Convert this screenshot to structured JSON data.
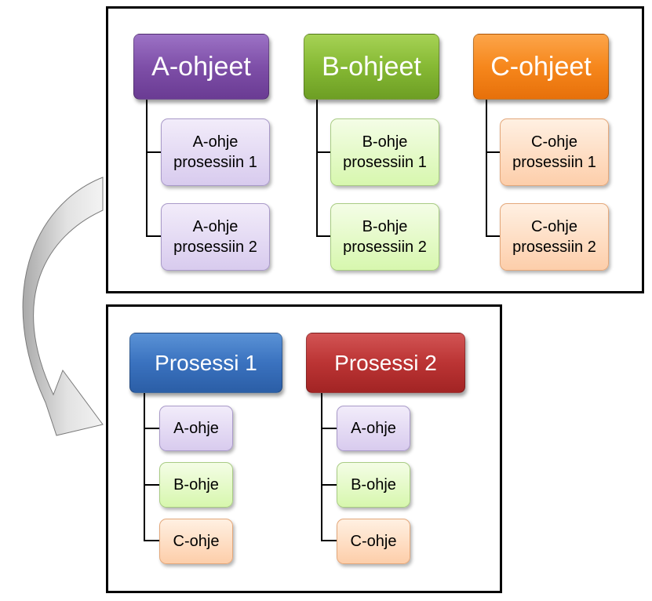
{
  "top": {
    "groups": [
      {
        "title": "A-ohjeet",
        "items": [
          [
            "A-ohje",
            "prosessiin 1"
          ],
          [
            "A-ohje",
            "prosessiin 2"
          ]
        ]
      },
      {
        "title": "B-ohjeet",
        "items": [
          [
            "B-ohje",
            "prosessiin 1"
          ],
          [
            "B-ohje",
            "prosessiin 2"
          ]
        ]
      },
      {
        "title": "C-ohjeet",
        "items": [
          [
            "C-ohje",
            "prosessiin 1"
          ],
          [
            "C-ohje",
            "prosessiin 2"
          ]
        ]
      }
    ]
  },
  "bottom": {
    "groups": [
      {
        "title": "Prosessi 1",
        "items": [
          "A-ohje",
          "B-ohje",
          "C-ohje"
        ]
      },
      {
        "title": "Prosessi 2",
        "items": [
          "A-ohje",
          "B-ohje",
          "C-ohje"
        ]
      }
    ]
  },
  "colors": {
    "purple": "#7e4fa8",
    "green": "#86b934",
    "orange": "#f6871c",
    "blue": "#3a72bf",
    "red": "#bb3434",
    "arrow": "#c8c8c8"
  }
}
